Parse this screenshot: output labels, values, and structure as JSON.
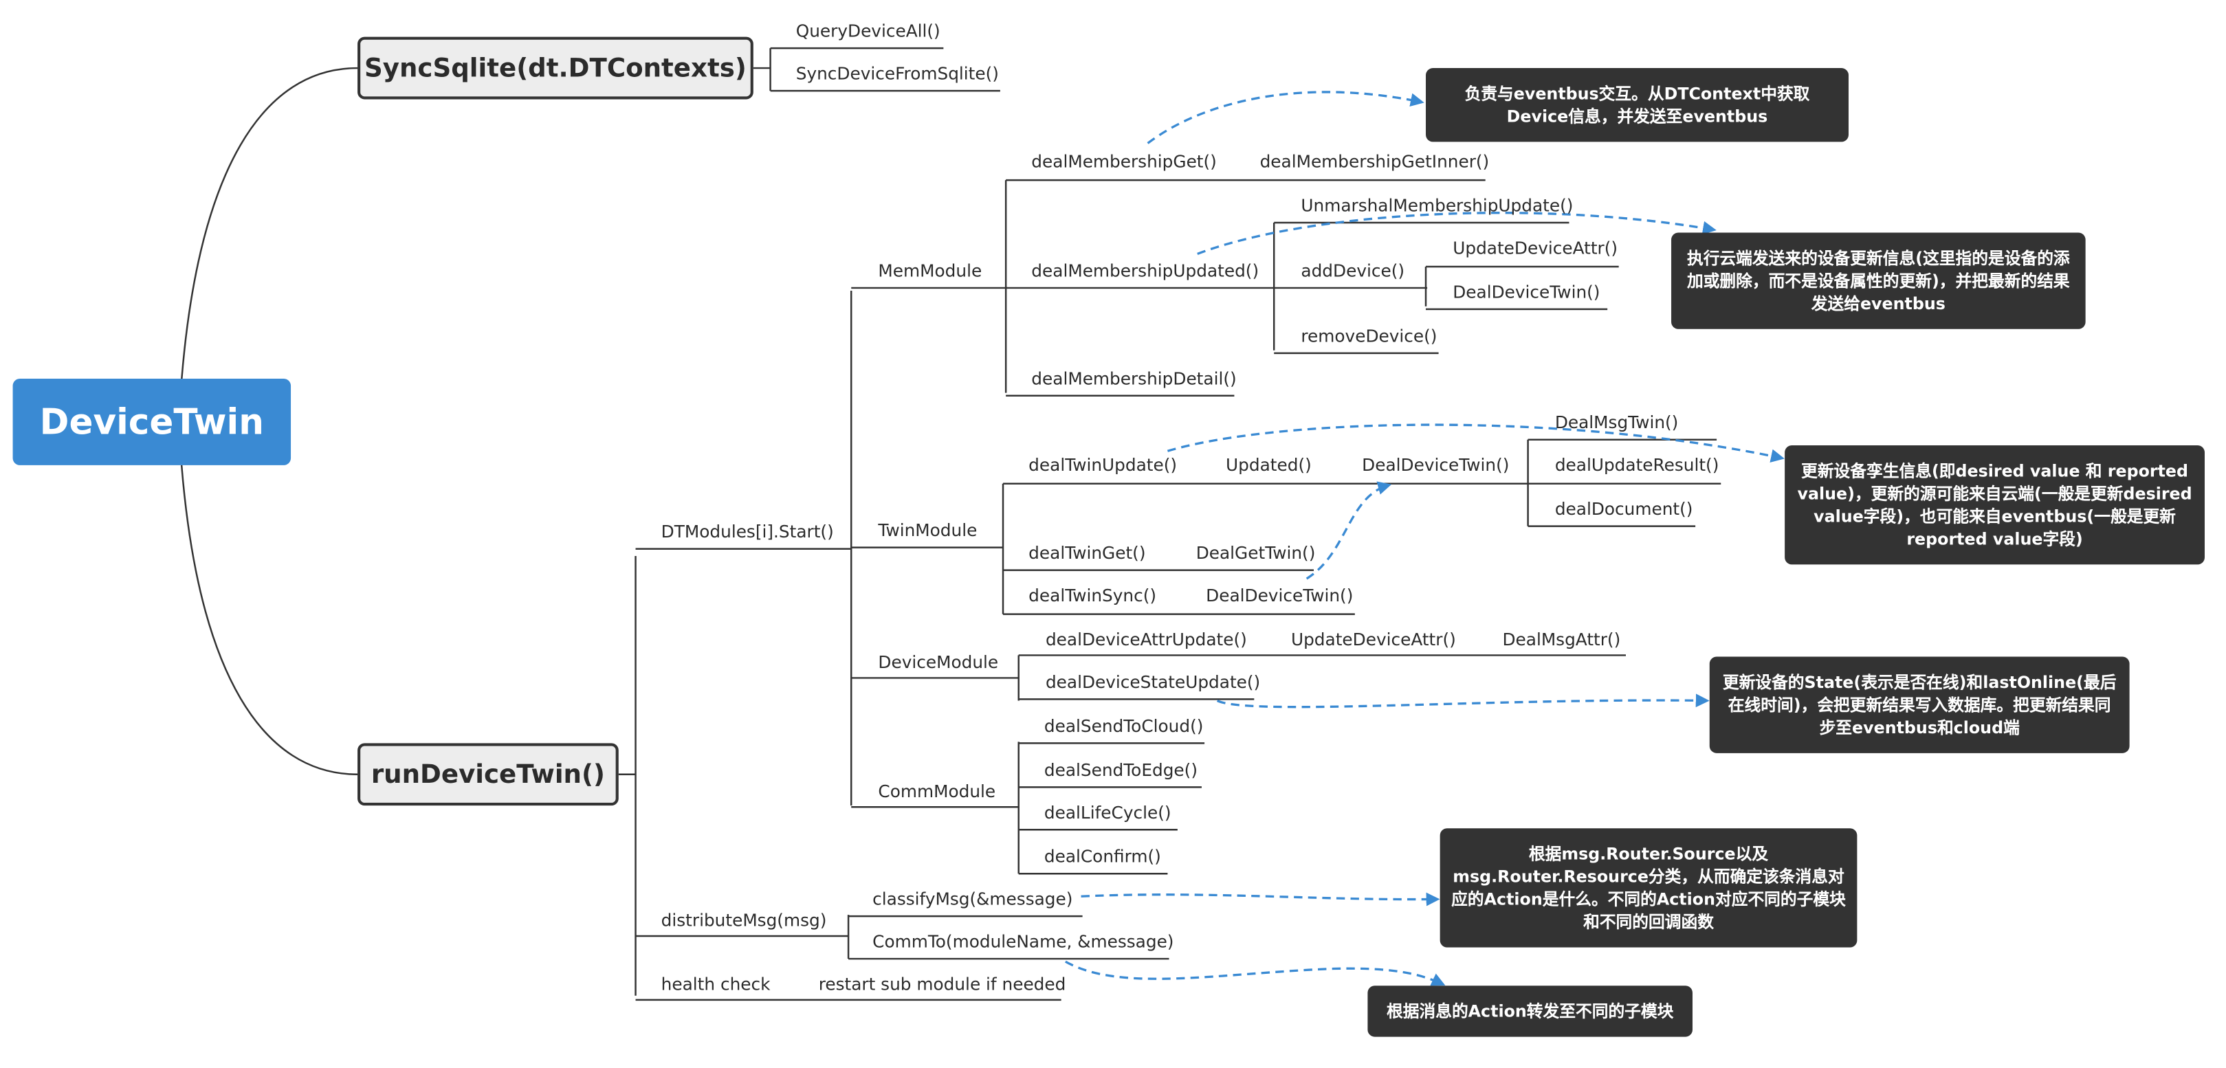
{
  "root": {
    "label": "DeviceTwin"
  },
  "main": {
    "sync": "SyncSqlite(dt.DTContexts)",
    "run": "runDeviceTwin()"
  },
  "sync_children": {
    "query_all": "QueryDeviceAll()",
    "sync_from_sqlite": "SyncDeviceFromSqlite()"
  },
  "run_children": {
    "modules_start": "DTModules[i].Start()",
    "distribute": "distributeMsg(msg)",
    "health_check": "health check",
    "restart": "restart sub module if needed"
  },
  "modules": {
    "mem": "MemModule",
    "twin": "TwinModule",
    "device": "DeviceModule",
    "comm": "CommModule"
  },
  "mem_children": {
    "get": "dealMembershipGet()",
    "get_inner": "dealMembershipGetInner()",
    "updated": "dealMembershipUpdated()",
    "unmarshal": "UnmarshalMembershipUpdate()",
    "add_device": "addDevice()",
    "update_attr": "UpdateDeviceAttr()",
    "deal_twin": "DealDeviceTwin()",
    "remove_device": "removeDevice()",
    "detail": "dealMembershipDetail()"
  },
  "twin_children": {
    "update": "dealTwinUpdate()",
    "updated": "Updated()",
    "deal_device_twin": "DealDeviceTwin()",
    "msg_twin": "DealMsgTwin()",
    "update_result": "dealUpdateResult()",
    "document": "dealDocument()",
    "get": "dealTwinGet()",
    "get_twin": "DealGetTwin()",
    "sync": "dealTwinSync()",
    "sync_twin": "DealDeviceTwin()"
  },
  "device_children": {
    "attr_update": "dealDeviceAttrUpdate()",
    "update_attr": "UpdateDeviceAttr()",
    "msg_attr": "DealMsgAttr()",
    "state_update": "dealDeviceStateUpdate()"
  },
  "comm_children": {
    "to_cloud": "dealSendToCloud()",
    "to_edge": "dealSendToEdge()",
    "life_cycle": "dealLifeCycle()",
    "confirm": "dealConfirm()"
  },
  "distribute_children": {
    "classify": "classifyMsg(&message)",
    "comm_to": "CommTo(moduleName, &message)"
  },
  "notes": {
    "membership_get": "负责与eventbus交互。从DTContext中获取Device信息，并发送至eventbus",
    "membership_updated": "执行云端发送来的设备更新信息(这里指的是设备的添加或删除，而不是设备属性的更新)，并把最新的结果发送给eventbus",
    "twin_update": "更新设备孪生信息(即desired value 和 reported value)，更新的源可能来自云端(一般是更新desired value字段)，也可能来自eventbus(一般是更新reported value字段)",
    "state_update": "更新设备的State(表示是否在线)和lastOnline(最后在线时间)，会把更新结果写入数据库。把更新结果同步至eventbus和cloud端",
    "classify": "根据msg.Router.Source以及msg.Router.Resource分类，从而确定该条消息对应的Action是什么。不同的Action对应不同的子模块和不同的回调函数",
    "comm_to": "根据消息的Action转发至不同的子模块"
  },
  "colors": {
    "root_fill": "#3a8ad3",
    "main_fill": "#ededed",
    "line": "#333333",
    "note_fill": "#333333",
    "arrow": "#3a8ad3"
  }
}
